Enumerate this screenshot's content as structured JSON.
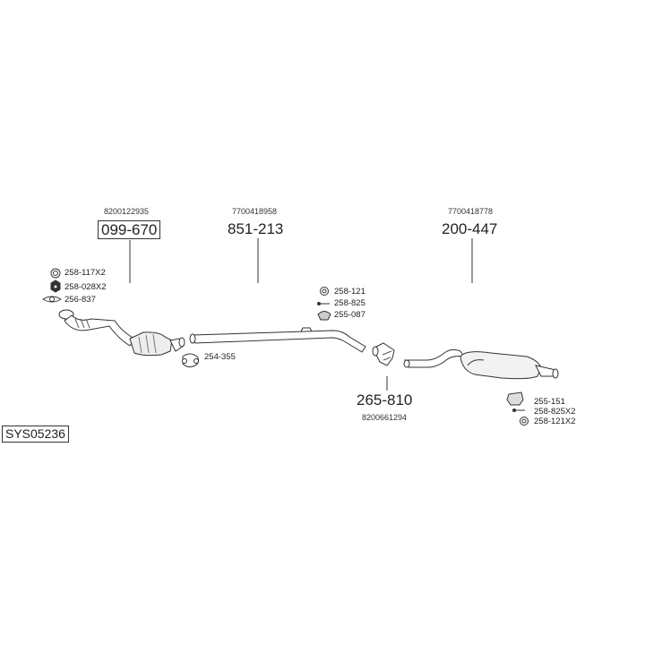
{
  "system_id": "SYS05236",
  "parts": {
    "front": {
      "oem": "8200122935",
      "number": "099-670"
    },
    "middle": {
      "oem": "7700418958",
      "number": "851-213"
    },
    "rear": {
      "oem": "7700418778",
      "number": "200-447"
    },
    "joint": {
      "number": "265-810",
      "oem": "8200661294"
    }
  },
  "accessories": {
    "front": [
      "258-117X2",
      "258-028X2",
      "256-837"
    ],
    "clamp": "254-355",
    "middle": [
      "258-121",
      "258-825",
      "255-087"
    ],
    "rear": [
      "255-151",
      "258-825X2",
      "258-121X2"
    ]
  }
}
